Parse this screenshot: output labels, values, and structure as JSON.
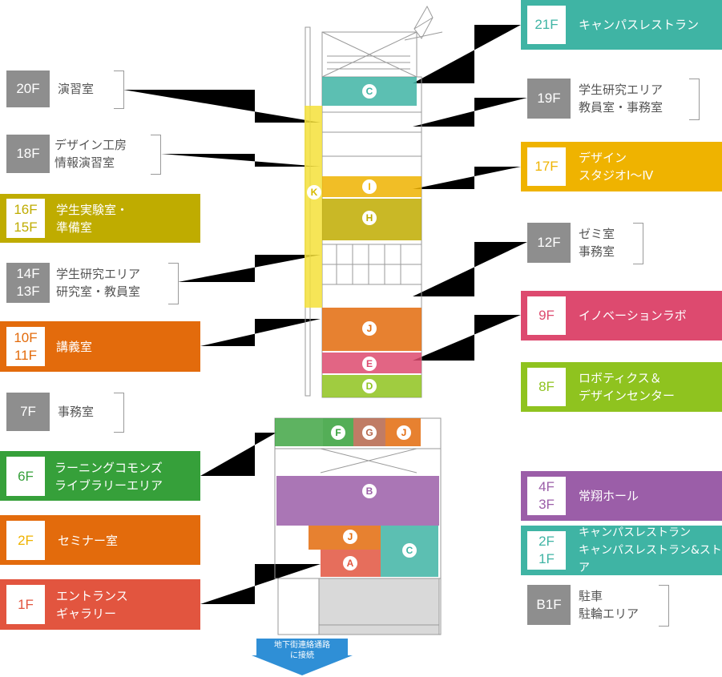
{
  "left": [
    {
      "floors": [
        "20F"
      ],
      "label": [
        "演習室"
      ]
    },
    {
      "floors": [
        "18F"
      ],
      "label": [
        "デザイン工房",
        "情報演習室"
      ]
    },
    {
      "floors": [
        "16F",
        "15F"
      ],
      "label": [
        "学生実験室・",
        "準備室"
      ]
    },
    {
      "floors": [
        "14F",
        "13F"
      ],
      "label": [
        "学生研究エリア",
        "研究室・教員室"
      ]
    },
    {
      "floors": [
        "10F",
        "11F"
      ],
      "label": [
        "講義室"
      ]
    },
    {
      "floors": [
        "7F"
      ],
      "label": [
        "事務室"
      ]
    },
    {
      "floors": [
        "6F"
      ],
      "label": [
        "ラーニングコモンズ",
        "ライブラリーエリア"
      ]
    },
    {
      "floors": [
        "2F"
      ],
      "label": [
        "セミナー室"
      ]
    },
    {
      "floors": [
        "1F"
      ],
      "label": [
        "エントランス",
        "ギャラリー"
      ]
    }
  ],
  "right": [
    {
      "floors": [
        "21F"
      ],
      "label": [
        "キャンパスレストラン"
      ]
    },
    {
      "floors": [
        "19F"
      ],
      "label": [
        "学生研究エリア",
        "教員室・事務室"
      ]
    },
    {
      "floors": [
        "17F"
      ],
      "label": [
        "デザイン",
        "スタジオⅠ～Ⅳ"
      ]
    },
    {
      "floors": [
        "12F"
      ],
      "label": [
        "ゼミ室",
        "事務室"
      ]
    },
    {
      "floors": [
        "9F"
      ],
      "label": [
        "イノベーションラボ"
      ]
    },
    {
      "floors": [
        "8F"
      ],
      "label": [
        "ロボティクス＆",
        "デザインセンター"
      ]
    },
    {
      "floors": [
        "4F",
        "3F"
      ],
      "label": [
        "常翔ホール"
      ]
    },
    {
      "floors": [
        "2F",
        "1F"
      ],
      "label": [
        "キャンパスレストラン",
        "キャンパスレストラン&ストア"
      ]
    },
    {
      "floors": [
        "B1F"
      ],
      "label": [
        "駐車",
        "駐輪エリア"
      ]
    }
  ],
  "zones": [
    "A",
    "B",
    "C",
    "C",
    "D",
    "E",
    "F",
    "G",
    "H",
    "I",
    "J",
    "J",
    "J",
    "K"
  ],
  "arrow": {
    "line1": "地下街連絡通路",
    "line2": "に接続"
  },
  "colors": {
    "gray": "#8e8e8e",
    "teal": "#3fb4a4",
    "yellow": "#efb300",
    "olive": "#bfac00",
    "orange": "#e36b0c",
    "pink": "#dd4a6f",
    "lime": "#8fc31f",
    "green": "#36a03a",
    "purple": "#9b5ea8",
    "red": "#e2553f",
    "arrow_blue": "#2f8fd6"
  }
}
